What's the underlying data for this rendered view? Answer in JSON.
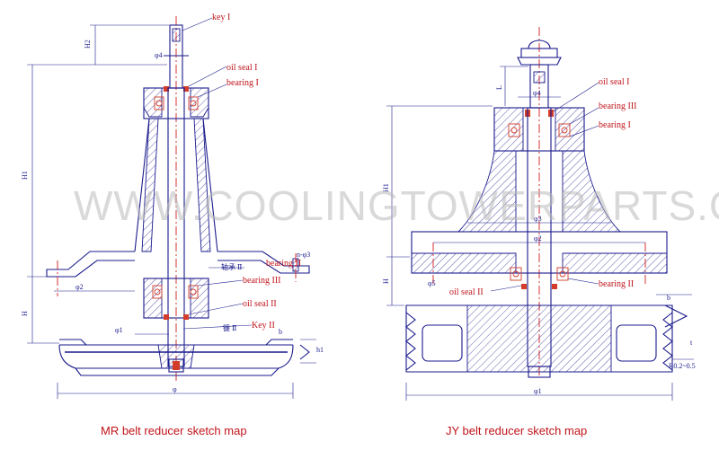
{
  "watermark": "WWW.COOLINGTOWERPARTS.CN",
  "left_diagram": {
    "caption": "MR belt reducer sketch map",
    "labels": {
      "key_1": "key I",
      "oil_seal_1": "oil seal I",
      "bearing_1": "bearing I",
      "bearing_2": "bearing II",
      "bearing_3": "bearing III",
      "oil_seal_2": "oil seal II",
      "key_2": "Key II"
    },
    "dims": {
      "h2": "H2",
      "h1": "H1",
      "h": "H",
      "phi4": "φ4",
      "phi2": "φ2",
      "phi1": "φ1",
      "phi": "φ",
      "n_phi3": "n-φ3",
      "cn_bearing": "轴承 Ⅱ",
      "cn_key": "键 Ⅱ",
      "b": "b",
      "h1s": "h1"
    }
  },
  "right_diagram": {
    "caption": "JY belt reducer sketch map",
    "labels": {
      "oil_seal_1": "oil seal  I",
      "bearing_3": "bearing III",
      "bearing_1": "bearing I",
      "oil_seal_2": "oil seal II",
      "bearing_2": "bearing II"
    },
    "dims": {
      "h1": "H1",
      "h": "H",
      "l": "L",
      "phi4": "φ4",
      "phi3": "φ3",
      "phi2": "φ2",
      "phi1": "φ1",
      "phi5": "φ5",
      "r": "R0.2~0.5",
      "t": "t",
      "b": "b"
    }
  }
}
